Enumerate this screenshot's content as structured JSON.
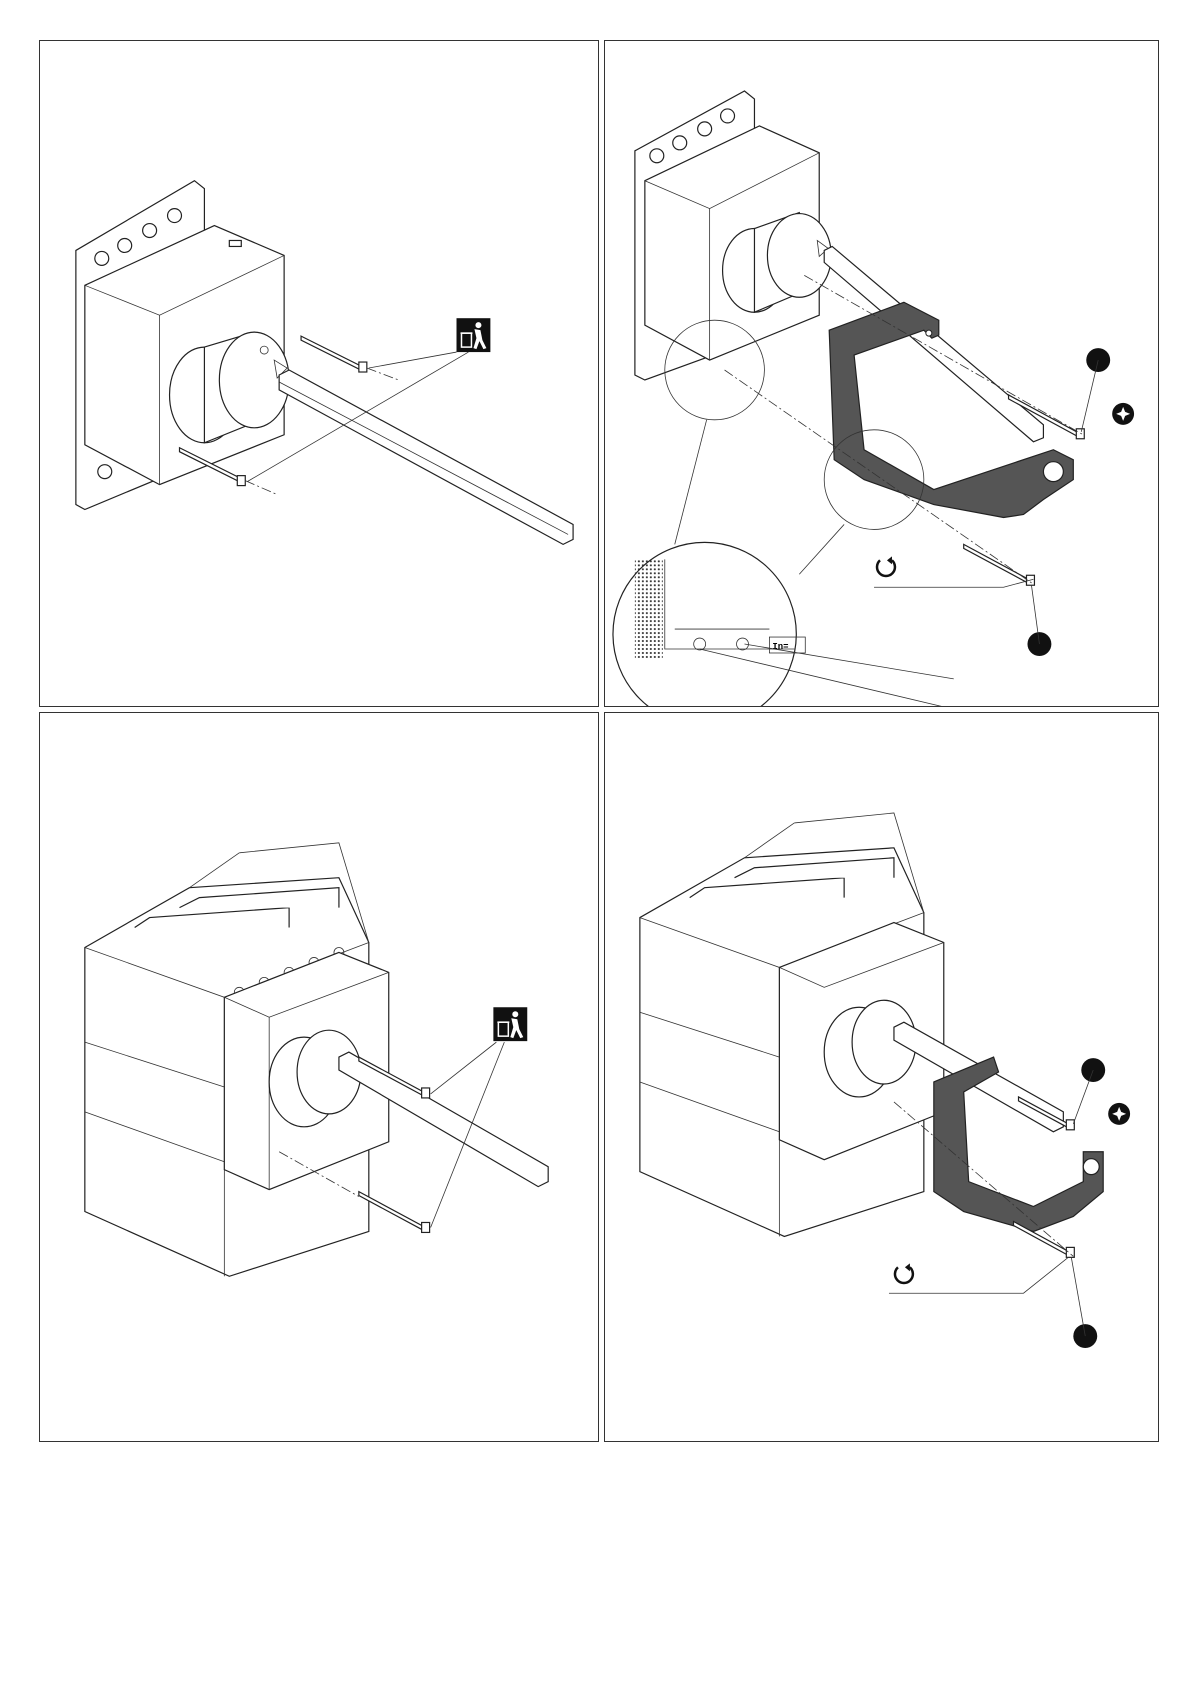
{
  "panels": [
    {
      "id": "step-1",
      "callouts": [
        "discard-icon"
      ]
    },
    {
      "id": "step-2",
      "callouts": [
        "bullet-1",
        "bullet-2",
        "torx-icon",
        "rotation-icon"
      ],
      "rating_label": "In="
    },
    {
      "id": "step-3",
      "callouts": [
        "discard-icon"
      ]
    },
    {
      "id": "step-4",
      "callouts": [
        "bullet-1",
        "bullet-2",
        "torx-icon",
        "rotation-icon"
      ]
    }
  ],
  "colors": {
    "line": "#222222",
    "bracket": "#555555",
    "background": "#ffffff"
  },
  "labels": {
    "rating": "In="
  }
}
